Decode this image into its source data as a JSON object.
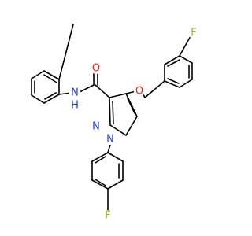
{
  "structure": {
    "atoms": {
      "fluorine_top": "F",
      "fluorine_bottom": "F",
      "ether_oxygen": "O",
      "carbonyl_oxygen": "O",
      "amide_nitrogen": "N",
      "amide_hydrogen": "H",
      "pyrazole_n2": "N",
      "pyrazole_n1": "N"
    },
    "colors": {
      "bond": "#000000",
      "fluorine": "#8fbc1f",
      "oxygen": "#e8201b",
      "nitrogen": "#1f3fd6"
    }
  }
}
